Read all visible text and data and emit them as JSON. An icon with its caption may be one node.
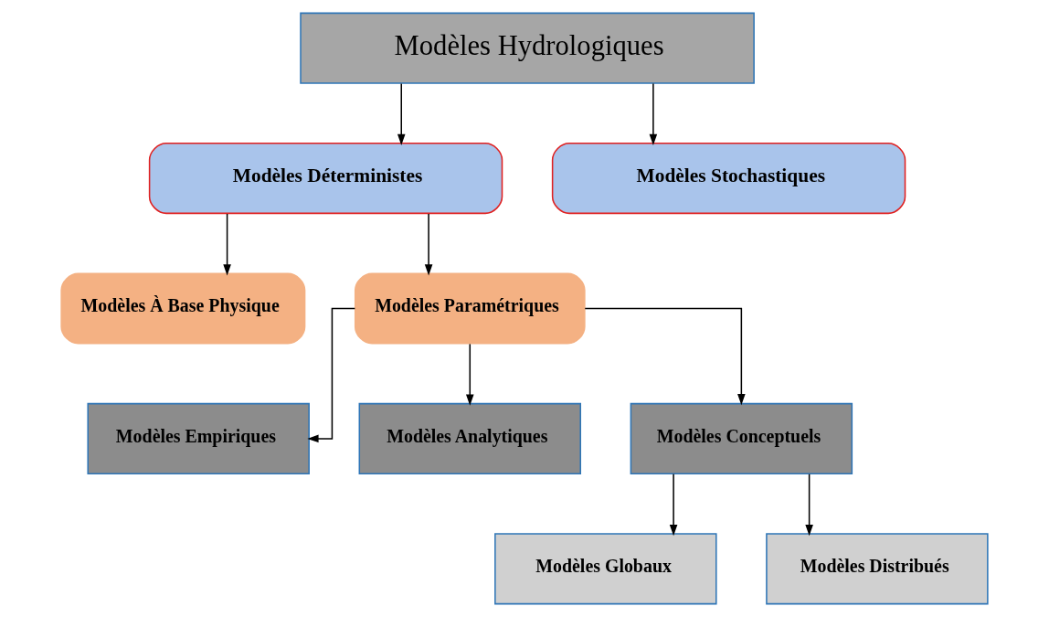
{
  "diagram": {
    "nodes": [
      {
        "text": [
          "Modèles Hydrologiques"
        ]
      },
      {
        "text": [
          "Modèles Déterministes"
        ]
      },
      {
        "text": [
          "Modèles Stochastiques"
        ]
      },
      {
        "text": [
          "Modèles À Base Physique"
        ]
      },
      {
        "text": [
          "Modèles Paramétriques"
        ]
      },
      {
        "text": [
          "Modèles Empiriques"
        ]
      },
      {
        "text": [
          "Modèles Analytiques"
        ]
      },
      {
        "text": [
          "Modèles Conceptuels"
        ]
      },
      {
        "text": [
          "Modèles Globaux"
        ]
      },
      {
        "text": [
          "Modèles Distribués"
        ]
      }
    ],
    "edges": [
      {
        "from": 0,
        "to": 1,
        "arrow": "to"
      },
      {
        "from": 0,
        "to": 2,
        "arrow": "to"
      },
      {
        "from": 1,
        "to": 3,
        "arrow": "to"
      },
      {
        "from": 1,
        "to": 4,
        "arrow": "to"
      },
      {
        "from": 4,
        "to": 5,
        "arrow": "to"
      },
      {
        "from": 4,
        "to": 6,
        "arrow": "to"
      },
      {
        "from": 4,
        "to": 7,
        "arrow": "to"
      },
      {
        "from": 7,
        "to": 8,
        "arrow": "to"
      },
      {
        "from": 7,
        "to": 9,
        "arrow": "to"
      }
    ]
  }
}
